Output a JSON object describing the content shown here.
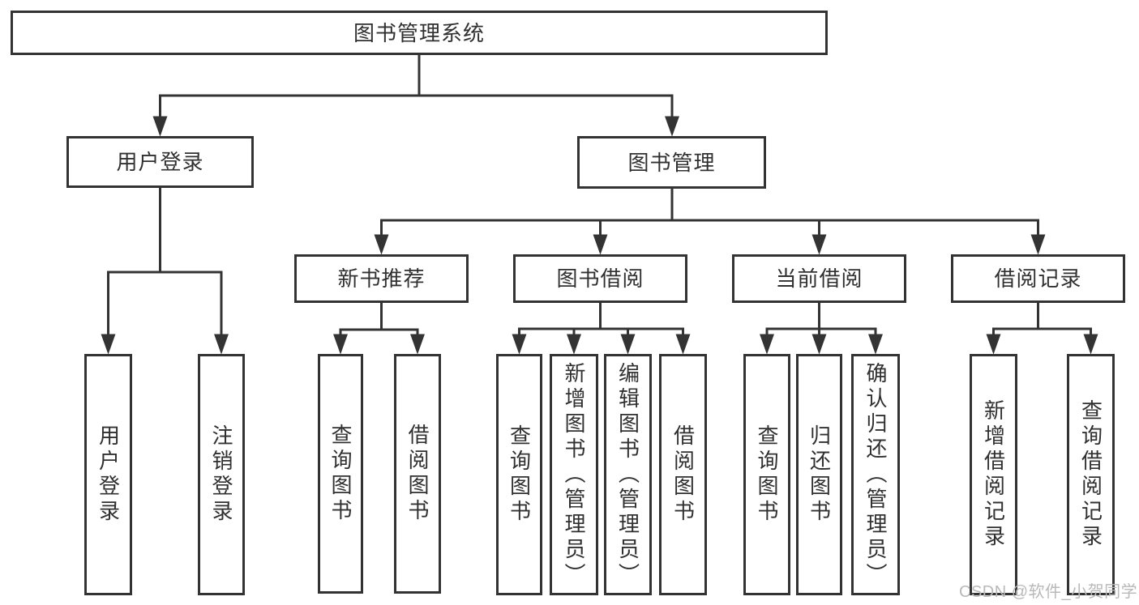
{
  "diagram": {
    "root": "图书管理系统",
    "level2": {
      "user_login": "用户登录",
      "book_mgmt": "图书管理"
    },
    "level3": {
      "new_book": "新书推荐",
      "book_borrow": "图书借阅",
      "current_borrow": "当前借阅",
      "borrow_records": "借阅记录"
    },
    "leaves": {
      "user_login": [
        "用户登录",
        "注销登录"
      ],
      "new_book": [
        "查询图书",
        "借阅图书"
      ],
      "book_borrow": [
        "查询图书",
        "新增图书（管理员）",
        "编辑图书（管理员）",
        "借阅图书"
      ],
      "current_borrow": [
        "查询图书",
        "归还图书",
        "确认归还（管理员）"
      ],
      "borrow_records": [
        "新增借阅记录",
        "查询借阅记录"
      ]
    }
  },
  "watermark": "CSDN @软件_小贺同学",
  "colors": {
    "line": "#333333",
    "text": "#303030",
    "watermark": "#b9b9b9",
    "background": "#ffffff"
  }
}
